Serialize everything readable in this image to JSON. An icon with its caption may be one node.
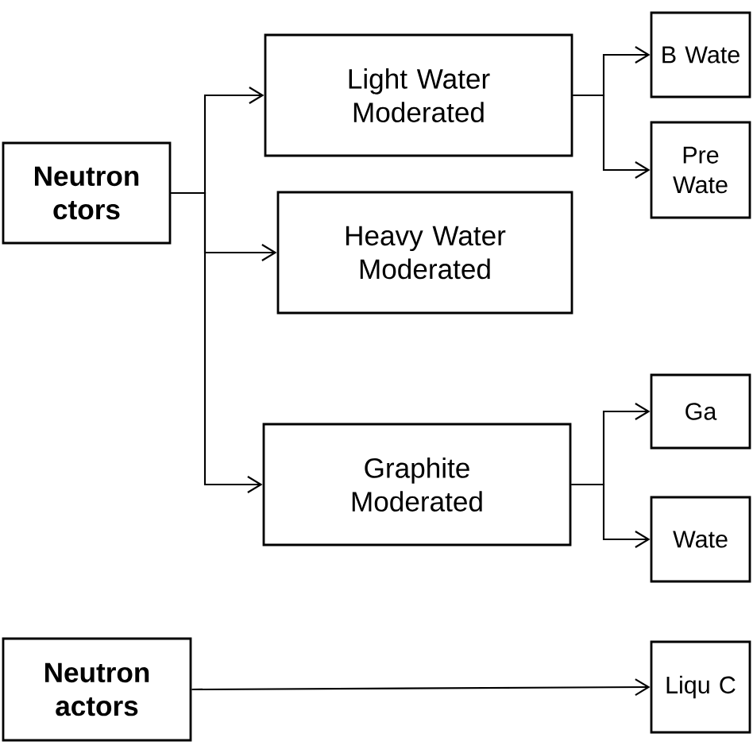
{
  "diagram": {
    "nodes": [
      {
        "text": [
          "Neutron ctors"
        ]
      },
      {
        "text": [
          "Light Water Moderated"
        ]
      },
      {
        "text": [
          "Heavy Water Moderated"
        ]
      },
      {
        "text": [
          "Graphite Moderated"
        ]
      },
      {
        "text": [
          "B Wate"
        ]
      },
      {
        "text": [
          "Pre Wate"
        ]
      },
      {
        "text": [
          "Ga"
        ]
      },
      {
        "text": [
          "Wate"
        ]
      },
      {
        "text": [
          "Neutron actors"
        ]
      },
      {
        "text": [
          "Liqu C"
        ]
      }
    ],
    "edges": [
      {
        "from": 0,
        "to": 1,
        "arrow": "to"
      },
      {
        "from": 0,
        "to": 2,
        "arrow": "to"
      },
      {
        "from": 0,
        "to": 3,
        "arrow": "to"
      },
      {
        "from": 1,
        "to": 4,
        "arrow": "to"
      },
      {
        "from": 1,
        "to": 5,
        "arrow": "to"
      },
      {
        "from": 3,
        "to": 6,
        "arrow": "to"
      },
      {
        "from": 3,
        "to": 7,
        "arrow": "to"
      },
      {
        "from": 8,
        "to": 9,
        "arrow": "to"
      }
    ]
  }
}
